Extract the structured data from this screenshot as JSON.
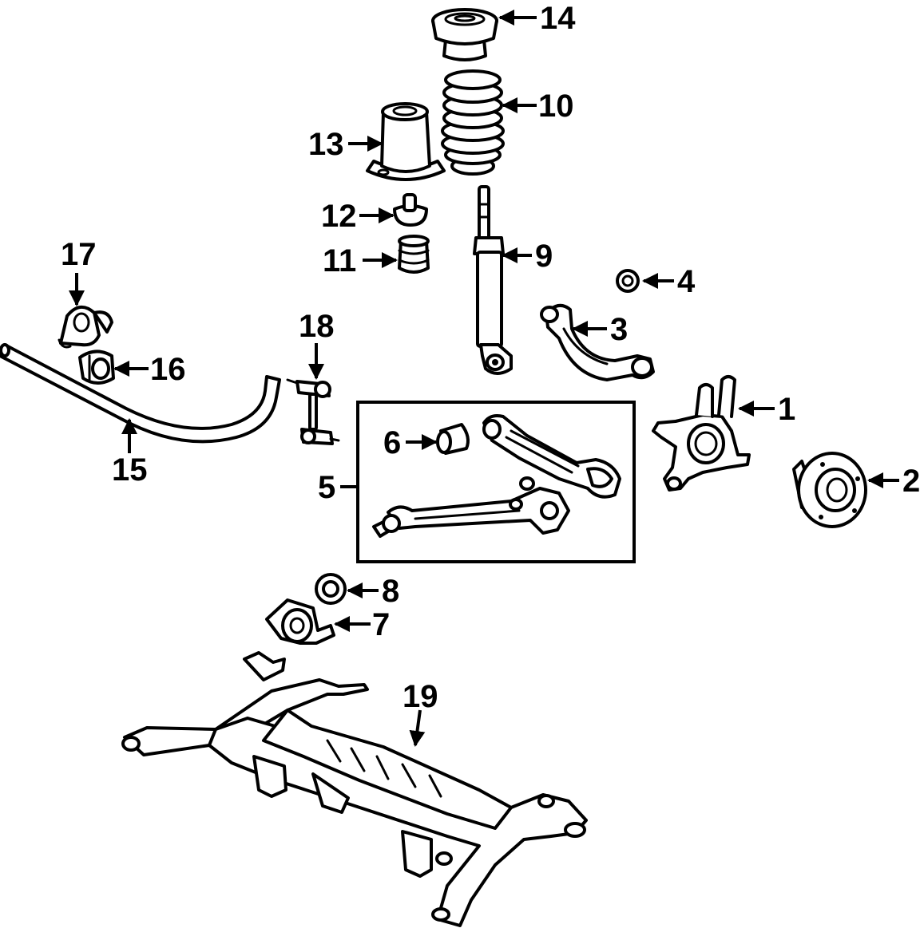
{
  "diagram": {
    "callouts": [
      {
        "id": "1",
        "text": "1"
      },
      {
        "id": "2",
        "text": "2"
      },
      {
        "id": "3",
        "text": "3"
      },
      {
        "id": "4",
        "text": "4"
      },
      {
        "id": "5",
        "text": "5"
      },
      {
        "id": "6",
        "text": "6"
      },
      {
        "id": "7",
        "text": "7"
      },
      {
        "id": "8",
        "text": "8"
      },
      {
        "id": "9",
        "text": "9"
      },
      {
        "id": "10",
        "text": "10"
      },
      {
        "id": "11",
        "text": "11"
      },
      {
        "id": "12",
        "text": "12"
      },
      {
        "id": "13",
        "text": "13"
      },
      {
        "id": "14",
        "text": "14"
      },
      {
        "id": "15",
        "text": "15"
      },
      {
        "id": "16",
        "text": "16"
      },
      {
        "id": "17",
        "text": "17"
      },
      {
        "id": "18",
        "text": "18"
      },
      {
        "id": "19",
        "text": "19"
      }
    ],
    "line_color": "#000000",
    "background": "#ffffff"
  }
}
